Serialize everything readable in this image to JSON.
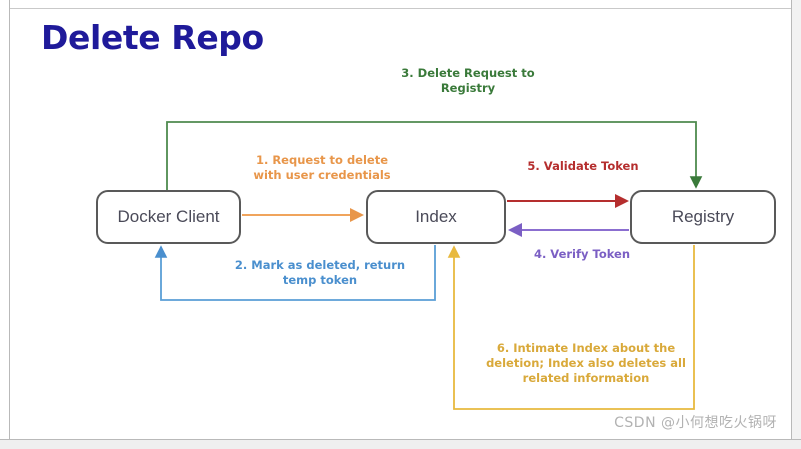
{
  "slide": {
    "title": "Delete Repo",
    "title_color": "#1f1a9a",
    "background": "#ffffff",
    "watermark": "CSDN @小何想吃火锅呀"
  },
  "nodes": [
    {
      "id": "docker-client",
      "label": "Docker Client"
    },
    {
      "id": "index",
      "label": "Index"
    },
    {
      "id": "registry",
      "label": "Registry"
    }
  ],
  "flows": [
    {
      "step": "1",
      "label": "1. Request to delete\nwith user credentials",
      "color": "#e8964a",
      "from": "docker-client",
      "to": "index"
    },
    {
      "step": "2",
      "label": "2. Mark as deleted, return\ntemp token",
      "color": "#4a8fce",
      "from": "index",
      "to": "docker-client"
    },
    {
      "step": "3",
      "label": "3. Delete Request to\nRegistry",
      "color": "#3a7a3a",
      "from": "docker-client",
      "to": "registry"
    },
    {
      "step": "4",
      "label": "4. Verify Token",
      "color": "#7b5fc4",
      "from": "registry",
      "to": "index"
    },
    {
      "step": "5",
      "label": "5. Validate Token",
      "color": "#b52e2e",
      "from": "index",
      "to": "registry"
    },
    {
      "step": "6",
      "label": "6. Intimate Index about the\ndeletion; Index also deletes all\nrelated information",
      "color": "#d9a93a",
      "from": "registry",
      "to": "index"
    }
  ]
}
